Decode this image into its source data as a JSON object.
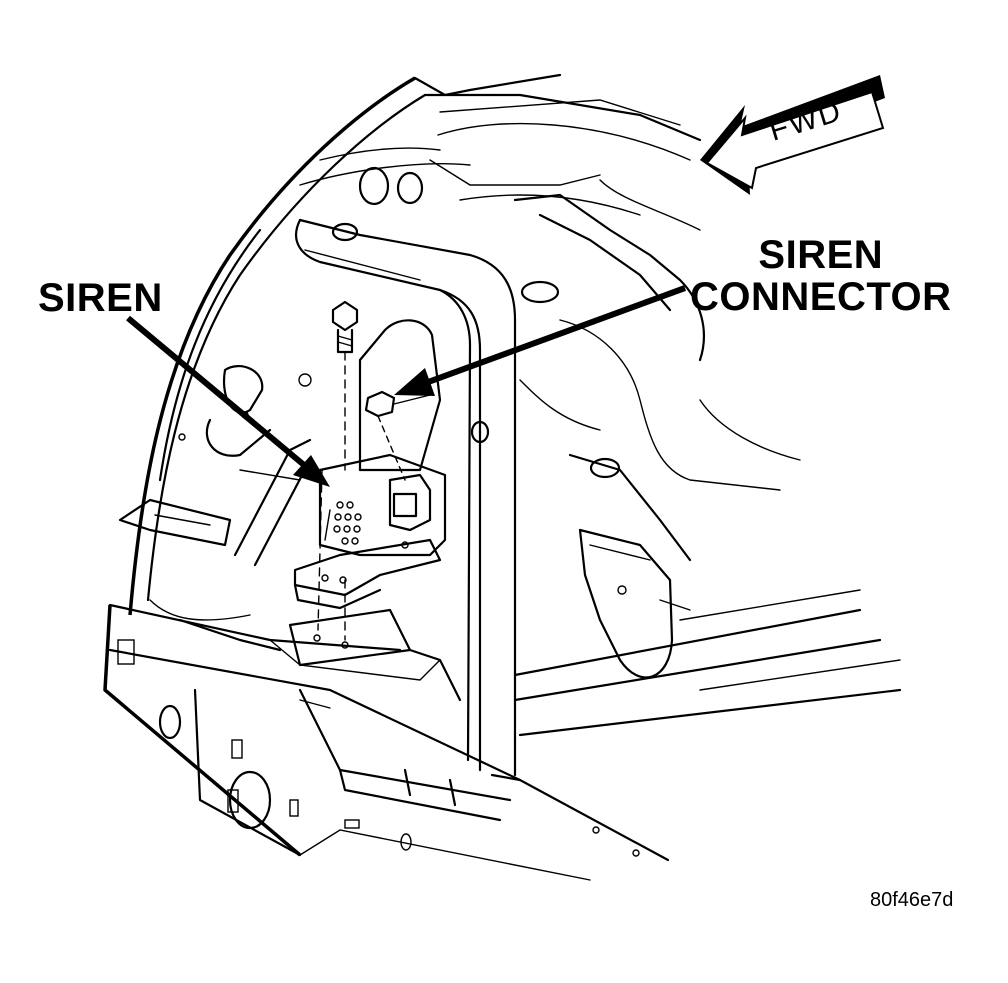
{
  "diagram": {
    "callouts": {
      "siren": "SIREN",
      "siren_connector_line1": "SIREN",
      "siren_connector_line2": "CONNECTOR"
    },
    "fwd_arrow_text": "FWD",
    "figure_code": "80f46e7d"
  },
  "colors": {
    "ink": "#000000",
    "background": "#ffffff"
  },
  "icons": [
    "forward-direction-arrow",
    "siren-module",
    "mounting-bolt",
    "electrical-connector"
  ]
}
